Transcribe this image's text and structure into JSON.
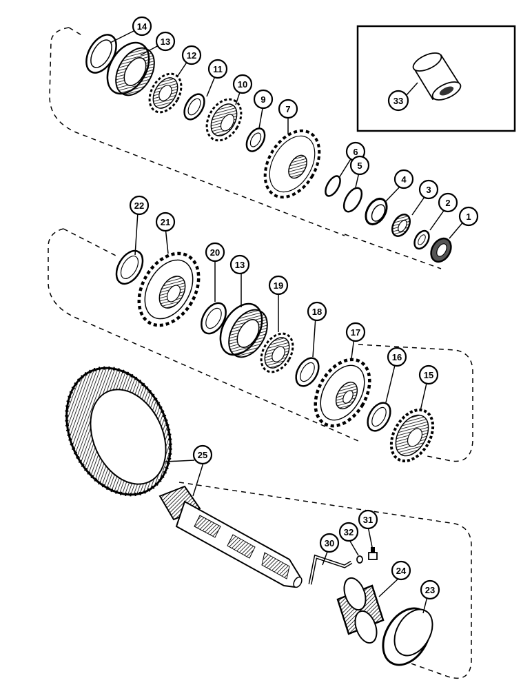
{
  "diagram": {
    "callouts": [
      {
        "id": "c14",
        "label": "14"
      },
      {
        "id": "c13a",
        "label": "13"
      },
      {
        "id": "c12",
        "label": "12"
      },
      {
        "id": "c11",
        "label": "11"
      },
      {
        "id": "c10",
        "label": "10"
      },
      {
        "id": "c9",
        "label": "9"
      },
      {
        "id": "c7",
        "label": "7"
      },
      {
        "id": "c6",
        "label": "6"
      },
      {
        "id": "c5",
        "label": "5"
      },
      {
        "id": "c4",
        "label": "4"
      },
      {
        "id": "c3",
        "label": "3"
      },
      {
        "id": "c2",
        "label": "2"
      },
      {
        "id": "c1",
        "label": "1"
      },
      {
        "id": "c33",
        "label": "33"
      },
      {
        "id": "c22",
        "label": "22"
      },
      {
        "id": "c21",
        "label": "21"
      },
      {
        "id": "c20",
        "label": "20"
      },
      {
        "id": "c13b",
        "label": "13"
      },
      {
        "id": "c19",
        "label": "19"
      },
      {
        "id": "c18",
        "label": "18"
      },
      {
        "id": "c17",
        "label": "17"
      },
      {
        "id": "c16",
        "label": "16"
      },
      {
        "id": "c15",
        "label": "15"
      },
      {
        "id": "c25",
        "label": "25"
      },
      {
        "id": "c30",
        "label": "30"
      },
      {
        "id": "c32",
        "label": "32"
      },
      {
        "id": "c31",
        "label": "31"
      },
      {
        "id": "c24",
        "label": "24"
      },
      {
        "id": "c23",
        "label": "23"
      }
    ]
  }
}
